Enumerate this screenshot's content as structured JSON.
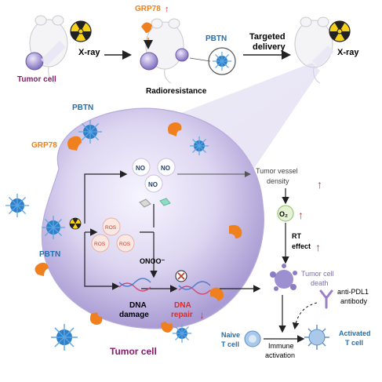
{
  "top_row": {
    "tumor_cell_label": "Tumor cell",
    "xray_label_left": "X-ray",
    "grp78_label": "GRP78",
    "radioresistance_label": "Radioresistance",
    "pbtn_label": "PBTN",
    "targeted_delivery_label": "Targeted delivery",
    "xray_label_right": "X-ray"
  },
  "cell": {
    "pbtn_label_top": "PBTN",
    "grp78_label": "GRP78",
    "pbtn_label_left": "PBTN",
    "tumor_cell_label": "Tumor cell",
    "no_labels": [
      "NO",
      "NO",
      "NO"
    ],
    "ros_labels": [
      "ROS",
      "ROS",
      "ROS"
    ],
    "onoo_label": "ONOO⁻",
    "dna_damage_label": "DNA damage",
    "dna_repair_label": "DNA repair"
  },
  "right_panel": {
    "vessel_label": "Tumor vessel density",
    "o2_label": "O₂",
    "rt_effect_label": "RT effect",
    "death_label": "Tumor cell death",
    "antibody_label": "anti-PDL1 antibody",
    "naive_label": "Naive T cell",
    "immune_label": "Immune activation",
    "activated_label": "Activated T cell"
  },
  "colors": {
    "accent_red": "#e8281f",
    "grp78_orange": "#f07f1d",
    "pbtn_blue": "#1f6fb5",
    "tumor_purple": "#8a1a6e",
    "cell_lavender": "#c9c0e6"
  }
}
